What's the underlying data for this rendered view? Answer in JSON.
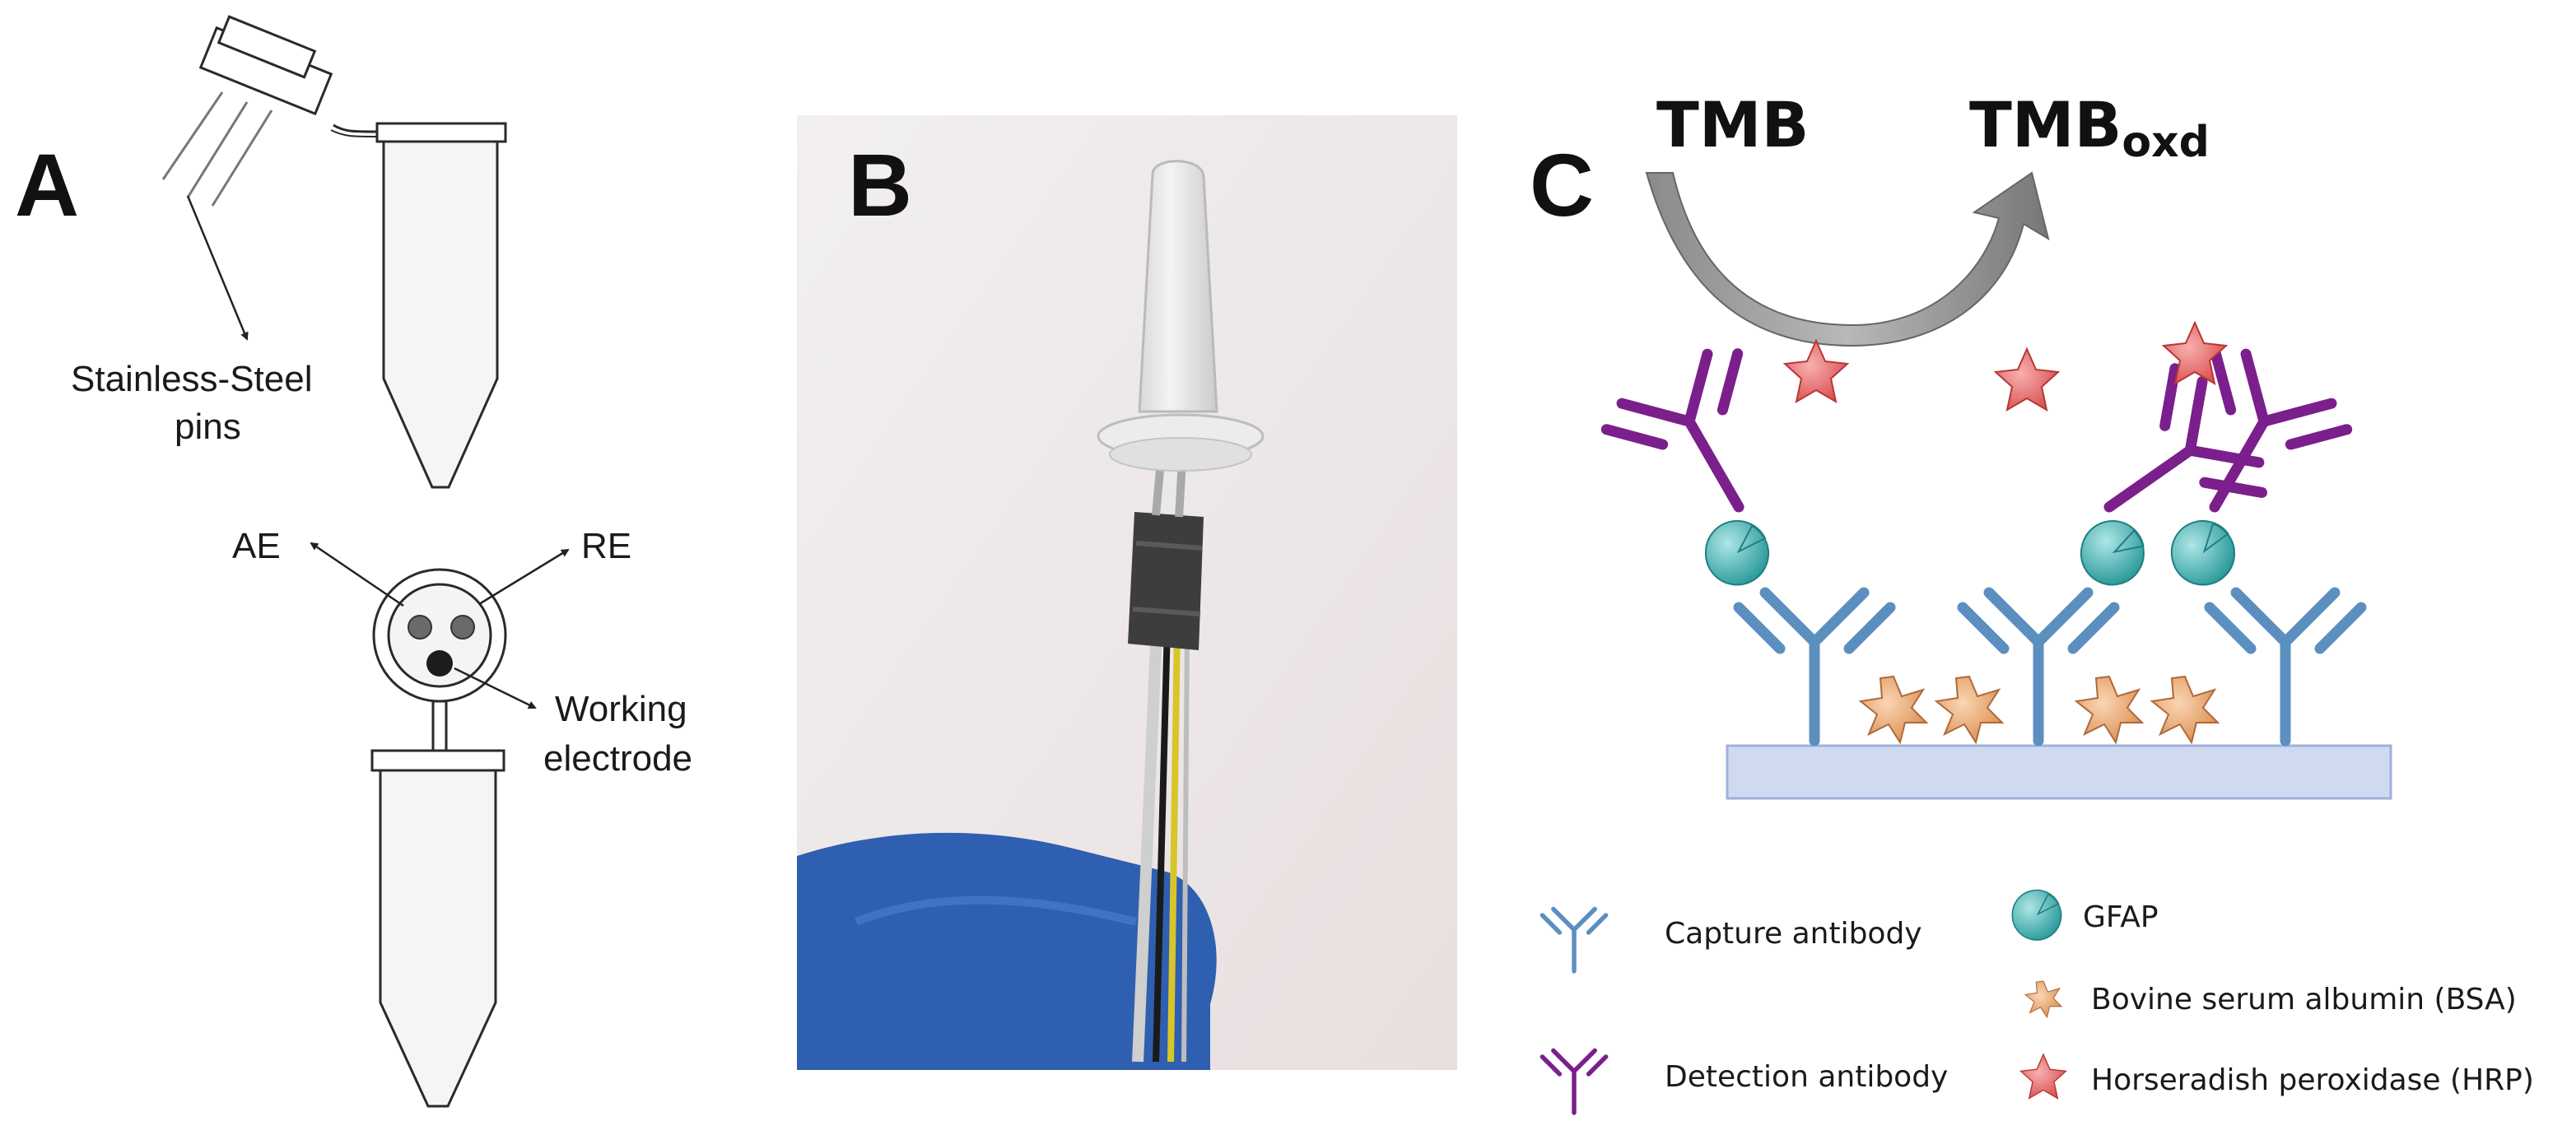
{
  "panels": {
    "a": {
      "letter": "A",
      "pins_label_line1": "Stainless-Steel",
      "pins_label_line2": "pins",
      "ae_label": "AE",
      "re_label": "RE",
      "we_label_line1": "Working",
      "we_label_line2": "electrode"
    },
    "b": {
      "letter": "B"
    },
    "c": {
      "letter": "C",
      "tmb": "TMB",
      "tmb_oxd_main": "TMB",
      "tmb_oxd_sub": "oxd",
      "legend": {
        "capture_antibody": "Capture antibody",
        "detection_antibody": "Detection antibody",
        "gfap": "GFAP",
        "bsa": "Bovine serum albumin (BSA)",
        "hrp": "Horseradish peroxidase (HRP)"
      }
    }
  },
  "colors": {
    "capture_antibody": "#5b8fc0",
    "detection_antibody": "#7b1f8c",
    "gfap": "#3fb5b5",
    "bsa": "#e8a46a",
    "hrp": "#e06a6a",
    "substrate": "#cfdaf0",
    "glove": "#2f5fb0",
    "yellow_wire": "#d8c52a"
  }
}
